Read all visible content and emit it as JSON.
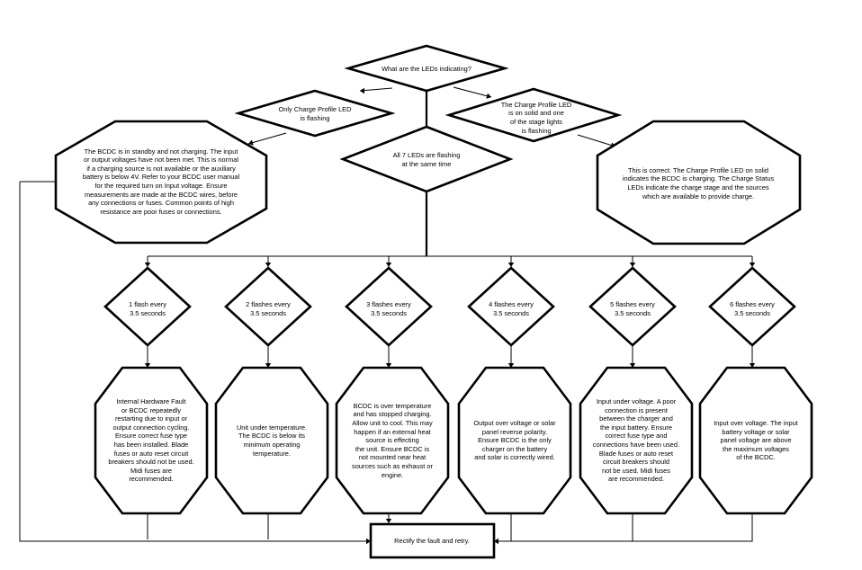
{
  "diagram": {
    "type": "flowchart",
    "root_question": [
      "What are the LEDs indicating?"
    ],
    "answers": {
      "profile_flashing": [
        "Only Charge Profile LED",
        "is flashing"
      ],
      "all_seven": [
        "All 7 LEDs are flashing",
        "at the same time"
      ],
      "profile_solid": [
        "The Charge Profile LED",
        "is on solid and one",
        "of the stage lights",
        "is flashing"
      ]
    },
    "outcomes": {
      "standby": [
        "The BCDC is in standby and not charging. The input",
        "or output voltages have not been met. This is normal",
        "if a charging source is not available or the auxiliary",
        "battery is below 4V. Refer to your BCDC user manual",
        "for the required turn on Input voltage. Ensure",
        "measurements are made at the BCDC wires, before",
        "any connections or fuses. Common points of high",
        "resistance are poor fuses or connections."
      ],
      "correct": [
        "This is correct. The Charge Profile LED on solid",
        "indicates the BCDC is charging. The Charge Status",
        "LEDs indicate the charge stage and the sources",
        "which are available to provide charge."
      ]
    },
    "fault_codes": [
      {
        "question": [
          "1 flash every",
          "3.5 seconds"
        ],
        "diagnosis": [
          "Internal Hardware Fault",
          "or BCDC repeatedly",
          "restarting due to input or",
          "output connection cycling.",
          "Ensure correct fuse type",
          "has been installed. Blade",
          "fuses or auto reset circuit",
          "breakers should not be used.",
          "Midi fuses are",
          "recommended."
        ]
      },
      {
        "question": [
          "2 flashes every",
          "3.5 seconds"
        ],
        "diagnosis": [
          "Unit under temperature.",
          "The BCDC is below its",
          "minimum operating",
          "temperature."
        ]
      },
      {
        "question": [
          "3 flashes every",
          "3.5 seconds"
        ],
        "diagnosis": [
          "BCDC is over temperature",
          "and has stopped charging.",
          "Allow unit to cool. This may",
          "happen if an external heat",
          "source is effecting",
          "the unit. Ensure BCDC is",
          "not mounted near heat",
          "sources such as exhaust or",
          "engine."
        ]
      },
      {
        "question": [
          "4 flashes every",
          "3.5 seconds"
        ],
        "diagnosis": [
          "Output over voltage or solar",
          "panel reverse polarity.",
          "Ensure BCDC is the only",
          "charger on the battery",
          "and solar is correctly wired."
        ]
      },
      {
        "question": [
          "5 flashes every",
          "3.5 seconds"
        ],
        "diagnosis": [
          "Input under voltage. A poor",
          "connection is present",
          "between the charger and",
          "the input battery. Ensure",
          "correct fuse type and",
          "connections have been used.",
          "Blade fuses or auto reset",
          "circuit breakers should",
          "not be used. Midi fuses",
          "are recommended."
        ]
      },
      {
        "question": [
          "6 flashes every",
          "3.5 seconds"
        ],
        "diagnosis": [
          "Input over voltage. The input",
          "battery voltage or solar",
          "panel voltage are above",
          "the maximum voltages",
          "of the BCDC."
        ]
      }
    ],
    "final_action": [
      "Rectify the fault and retry."
    ]
  }
}
